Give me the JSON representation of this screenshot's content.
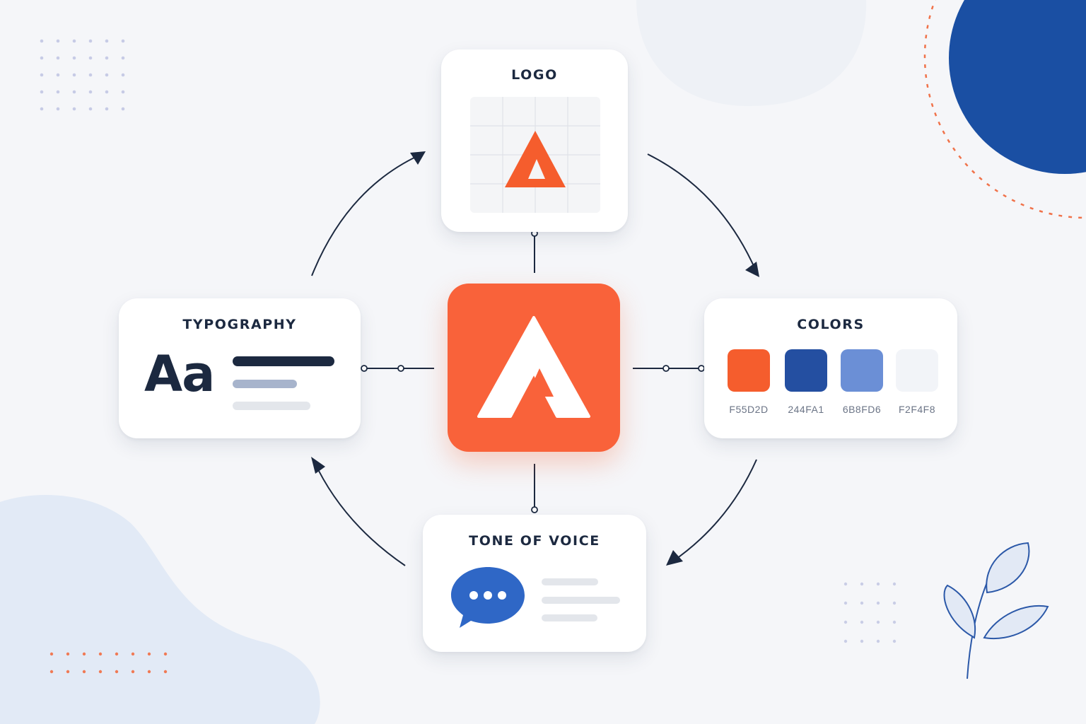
{
  "nodes": {
    "logo": {
      "title": "LOGO"
    },
    "typography": {
      "title": "TYPOGRAPHY",
      "sample": "Aa"
    },
    "colors": {
      "title": "COLORS",
      "swatches": [
        {
          "label": "F55D2D",
          "color": "#F55D2D"
        },
        {
          "label": "244FA1",
          "color": "#244FA1"
        },
        {
          "label": "6B8FD6",
          "color": "#6B8FD6"
        },
        {
          "label": "F2F4F8",
          "color": "#F2F4F8"
        }
      ]
    },
    "tone": {
      "title": "TONE OF VOICE",
      "icon": "speech-bubble-icon"
    }
  },
  "center": {
    "icon": "brand-logo-icon"
  },
  "palette": {
    "accent": "#F55D2D",
    "navy": "#1C2940",
    "brand_blue": "#1A4FA3",
    "bubble_blue": "#2F67C6",
    "pale_blue": "#E2EAF6"
  }
}
